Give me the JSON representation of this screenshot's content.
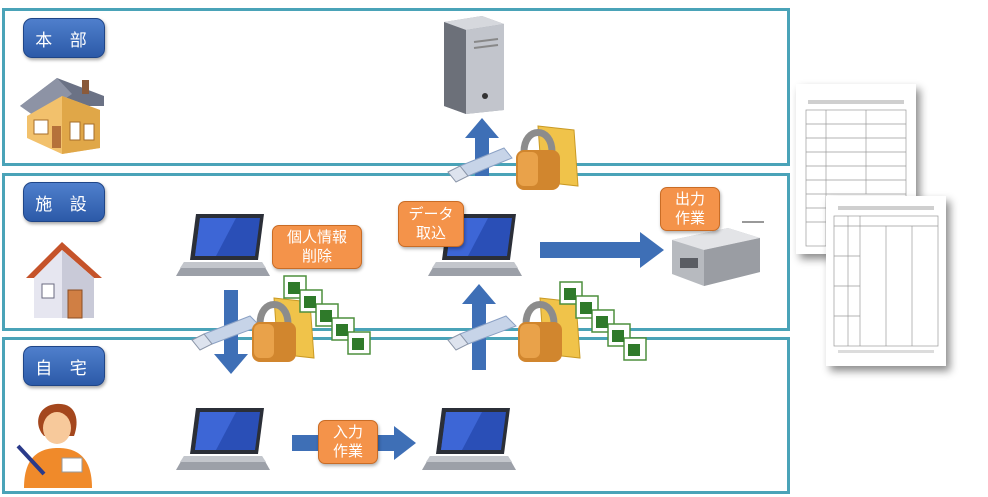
{
  "lanes": {
    "hq": {
      "label": "本 部"
    },
    "facility": {
      "label": "施 設"
    },
    "home": {
      "label": "自 宅"
    }
  },
  "callouts": {
    "delete_personal": {
      "line1": "個人情報",
      "line2": "削除"
    },
    "data_import": {
      "line1": "データ",
      "line2": "取込"
    },
    "output_work": {
      "line1": "出力",
      "line2": "作業"
    },
    "input_work": {
      "line1": "入力",
      "line2": "作業"
    }
  },
  "colors": {
    "lane_border": "#4aa3b8",
    "label_blue": "#2c5aa8",
    "callout_orange": "#f4934a",
    "arrow_blue": "#3e6fb6"
  }
}
